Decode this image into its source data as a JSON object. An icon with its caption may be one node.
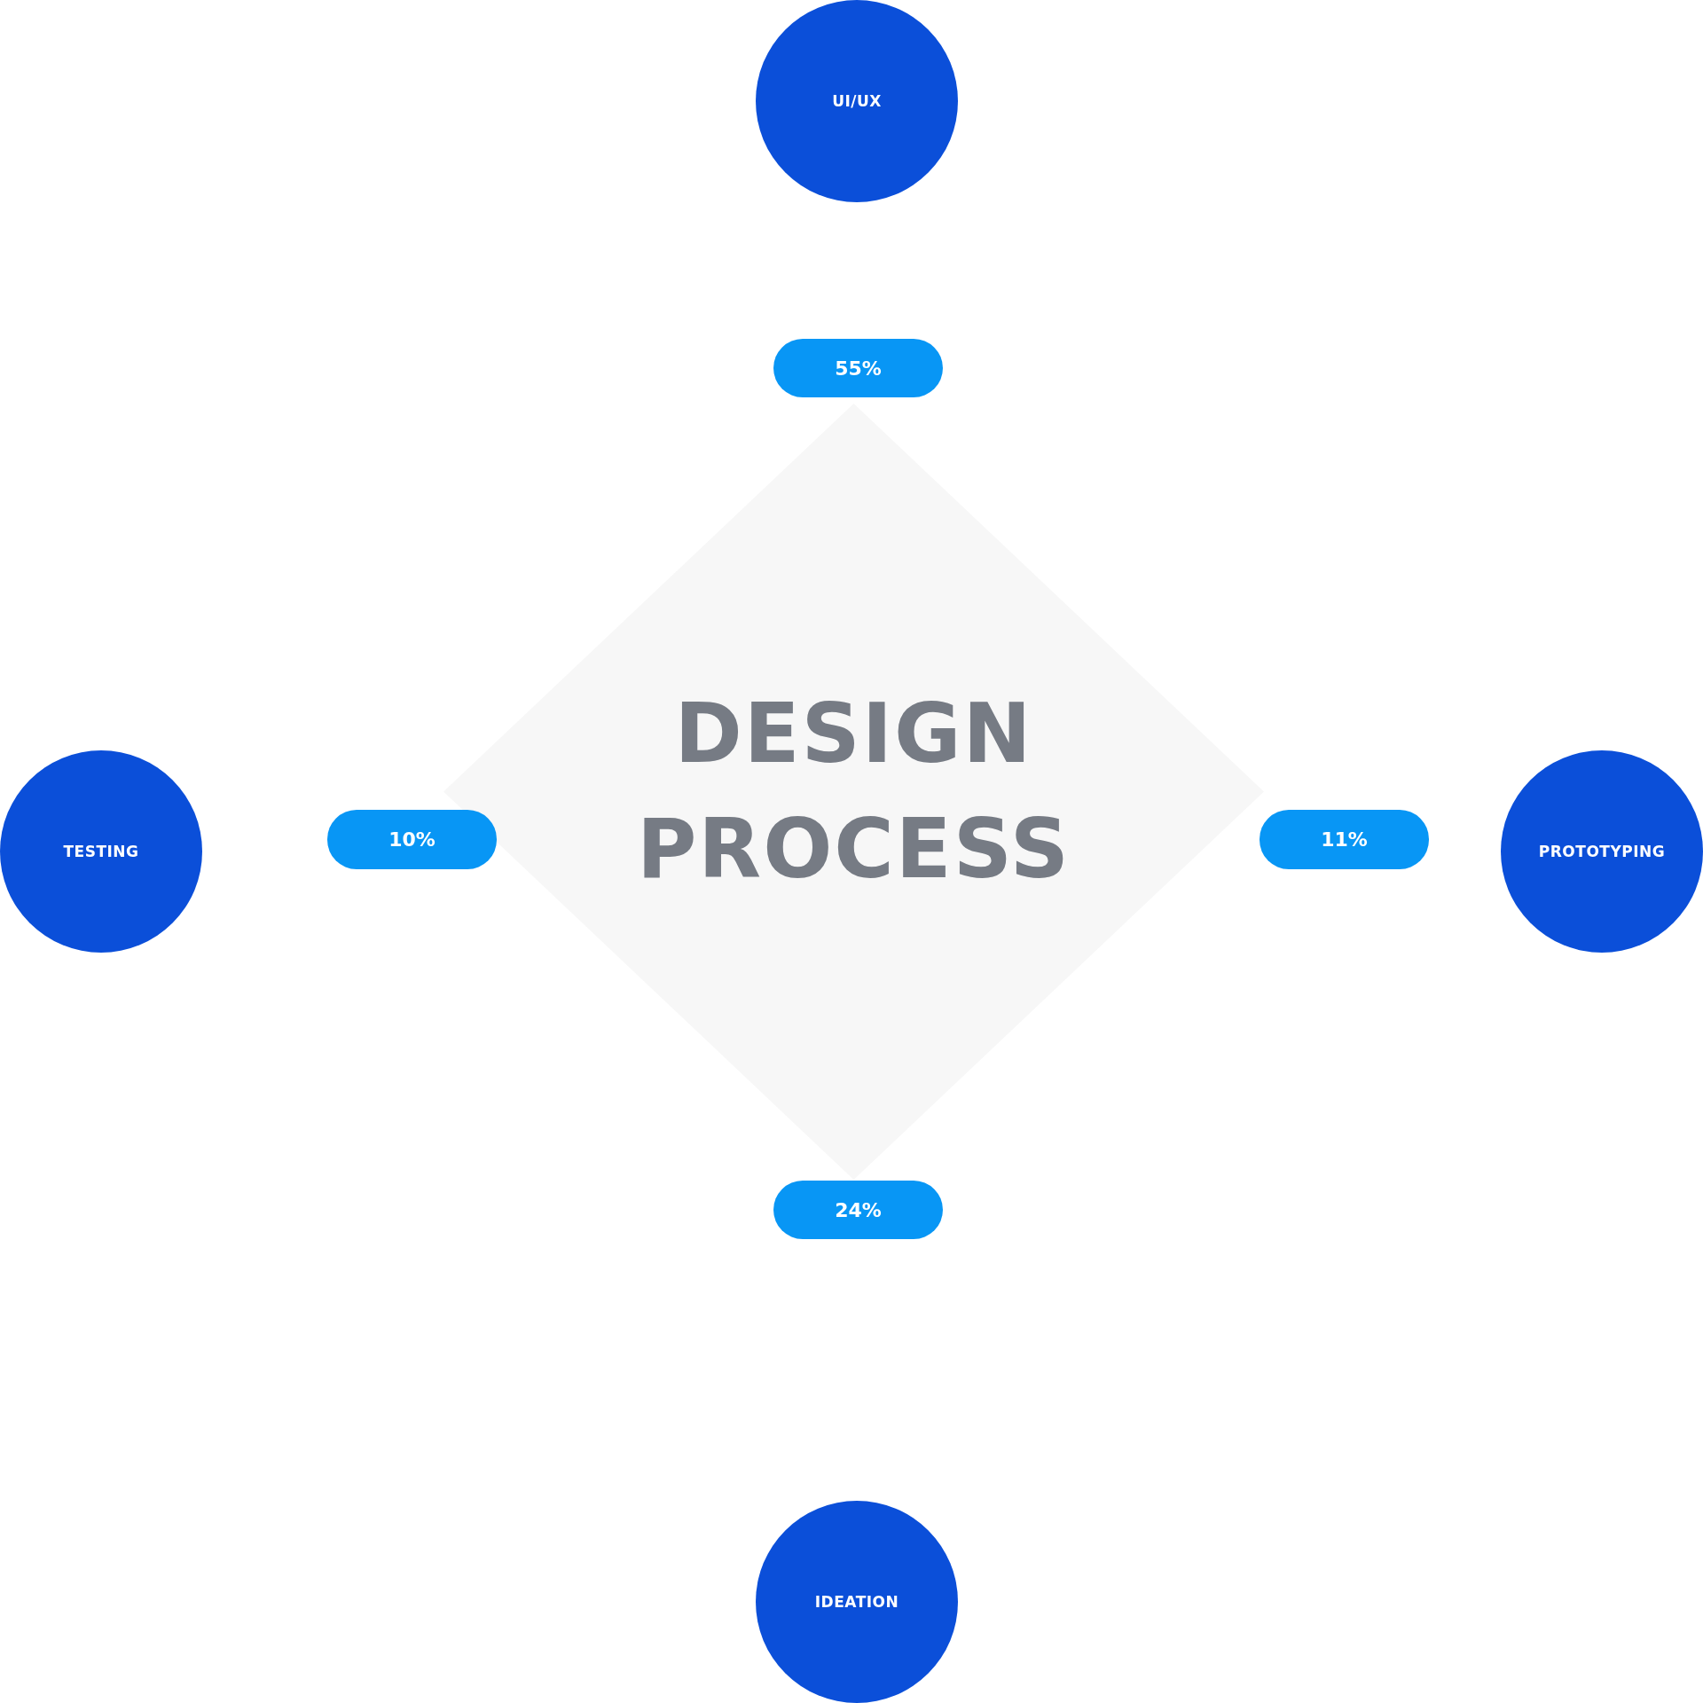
{
  "diagram": {
    "nodes": [
      {
        "text": [
          "UI/UX"
        ]
      },
      {
        "text": [
          "55%"
        ]
      },
      {
        "text": [
          "DESIGN PROCESS"
        ]
      },
      {
        "text": [
          "TESTING"
        ]
      },
      {
        "text": [
          "10%"
        ]
      },
      {
        "text": [
          "11%"
        ]
      },
      {
        "text": [
          "PROTOTYPING"
        ]
      },
      {
        "text": [
          "24%"
        ]
      },
      {
        "text": [
          "IDEATION"
        ]
      }
    ],
    "edges": []
  }
}
